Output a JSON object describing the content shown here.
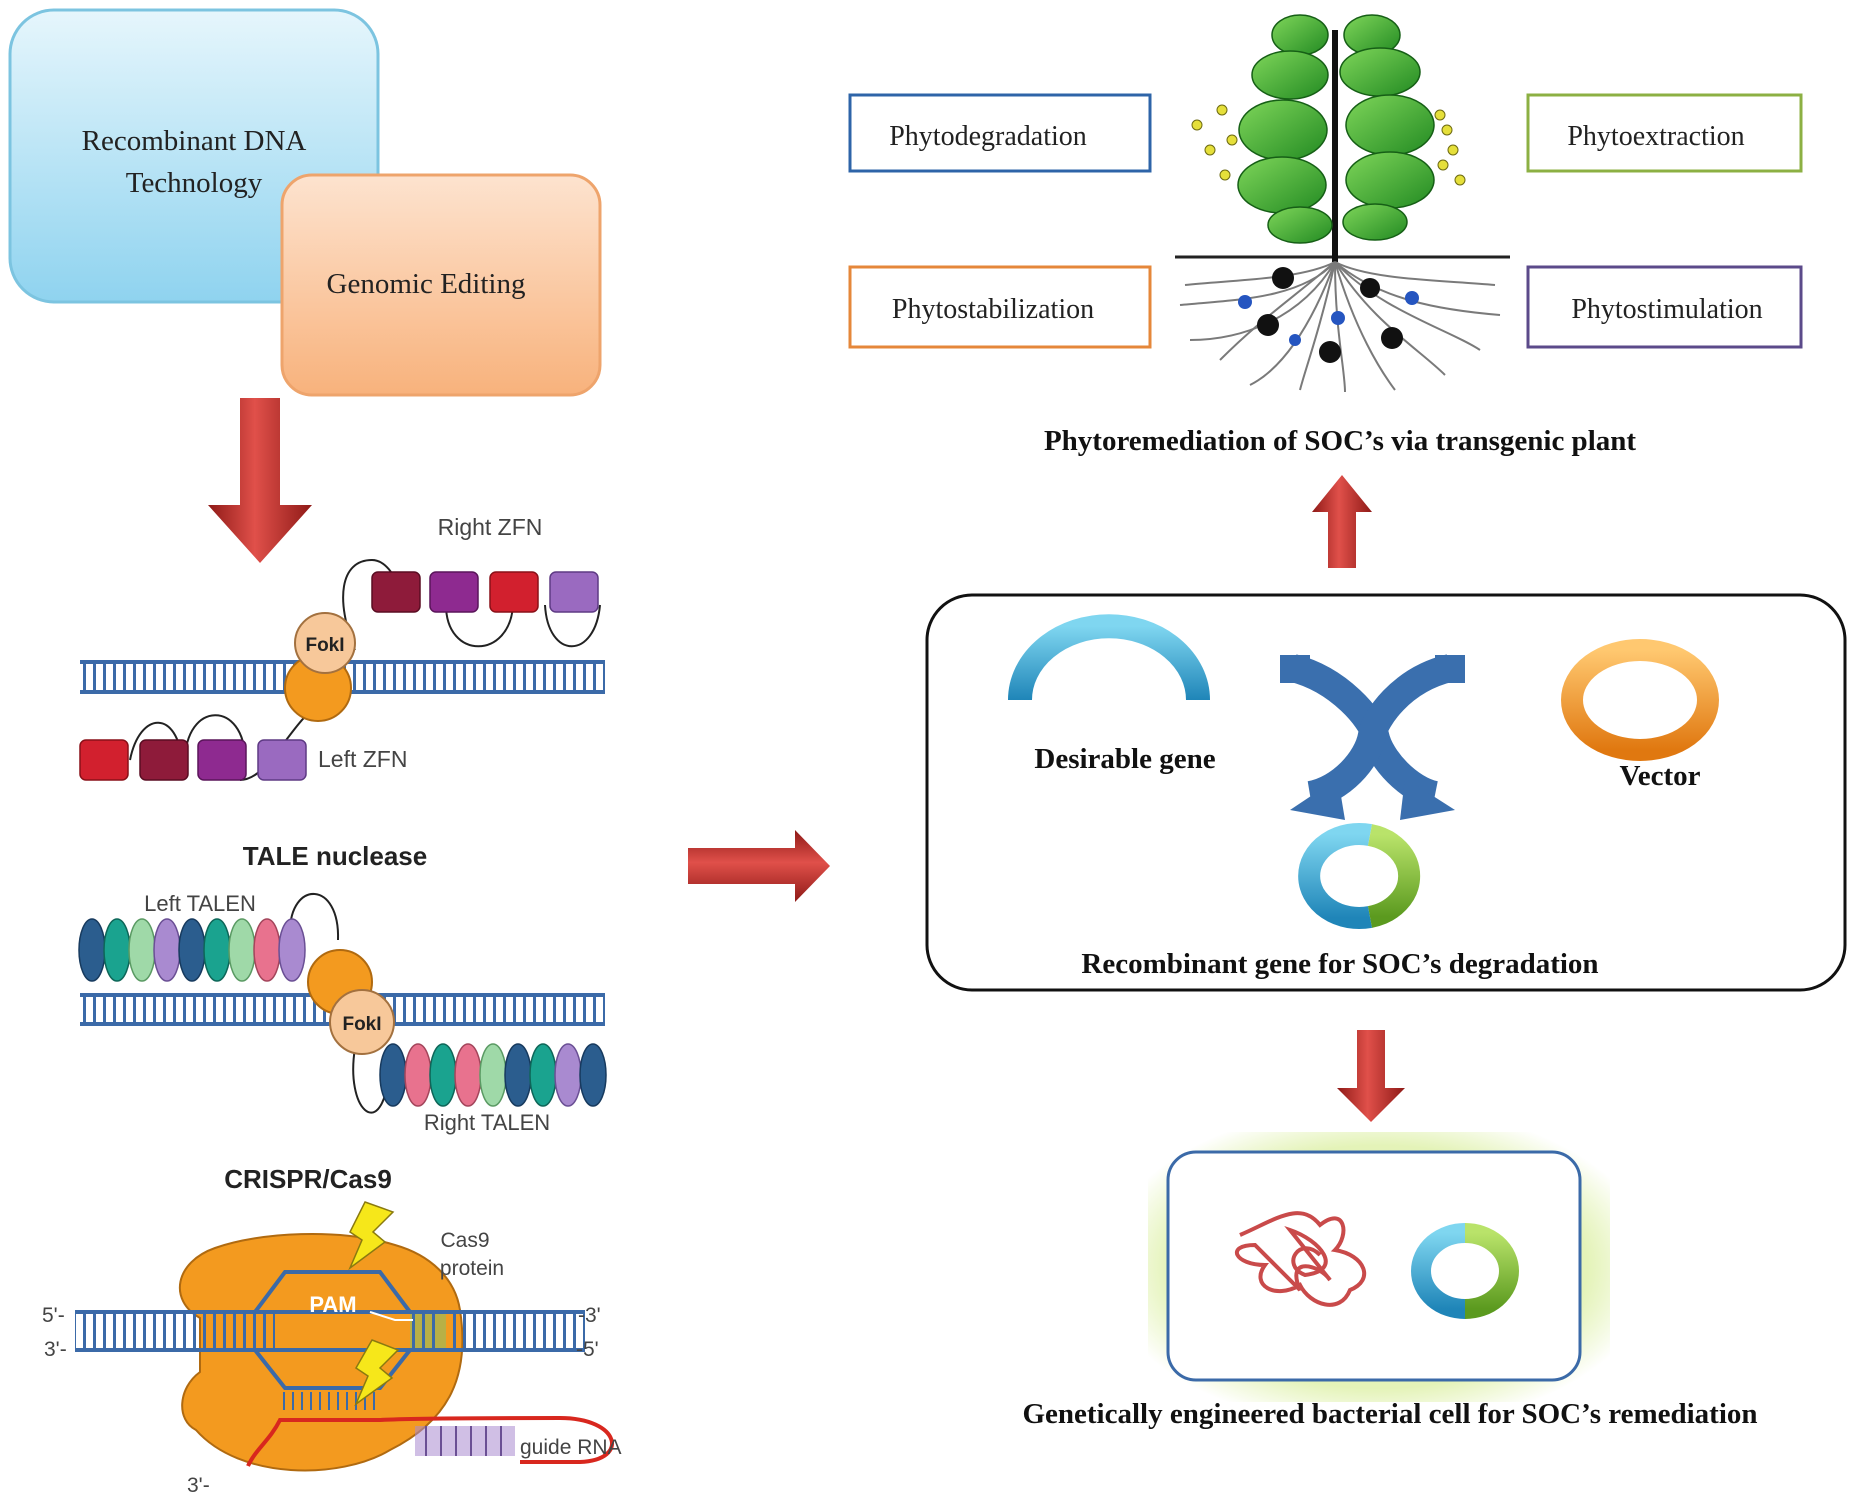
{
  "left_panel": {
    "recombinant_box": "Recombinant DNA Technology",
    "recombinant_line1": "Recombinant DNA",
    "recombinant_line2": "Technology",
    "genomic_box": "Genomic Editing",
    "zfn": {
      "right_label": "Right ZFN",
      "left_label": "Left ZFN",
      "foki": "FokI"
    },
    "talen": {
      "title": "TALE nuclease",
      "left_label": "Left TALEN",
      "right_label": "Right TALEN",
      "foki": "FokI"
    },
    "crispr": {
      "title": "CRISPR/Cas9",
      "cas9_line1": "Cas9",
      "cas9_line2": "protein",
      "pam": "PAM",
      "five_prime_top": "5'-",
      "three_prime_top": "-3'",
      "three_prime_bottom_left": "3'-",
      "five_prime_bottom": "-5'",
      "guide_rna": "guide RNA",
      "three_prime_rna": "3'-"
    }
  },
  "right_panel": {
    "plant_boxes": [
      "Phytodegradation",
      "Phytoextraction",
      "Phytostabilization",
      "Phytostimulation"
    ],
    "plant_caption": "Phytoremediation  of  SOC’s  via transgenic plant",
    "desirable_gene": "Desirable  gene",
    "vector": "Vector",
    "recombinant_gene": "Recombinant gene for SOC’s degradation",
    "bacterial_caption": "Genetically engineered bacterial cell for SOC’s remediation"
  },
  "colors": {
    "arrow_red": "#c0302c",
    "recombinant_fill": "#b9e4f5",
    "genomic_fill": "#fbc9a3",
    "phytodegradation_border": "#2e64a8",
    "phytoextraction_border": "#8cb043",
    "phytostabilization_border": "#e5873a",
    "phytostimulation_border": "#5b4a8a",
    "dna_blue": "#3b6aa8",
    "foki_fill": "#f7c89a",
    "cas9_orange": "#f39a1f"
  }
}
